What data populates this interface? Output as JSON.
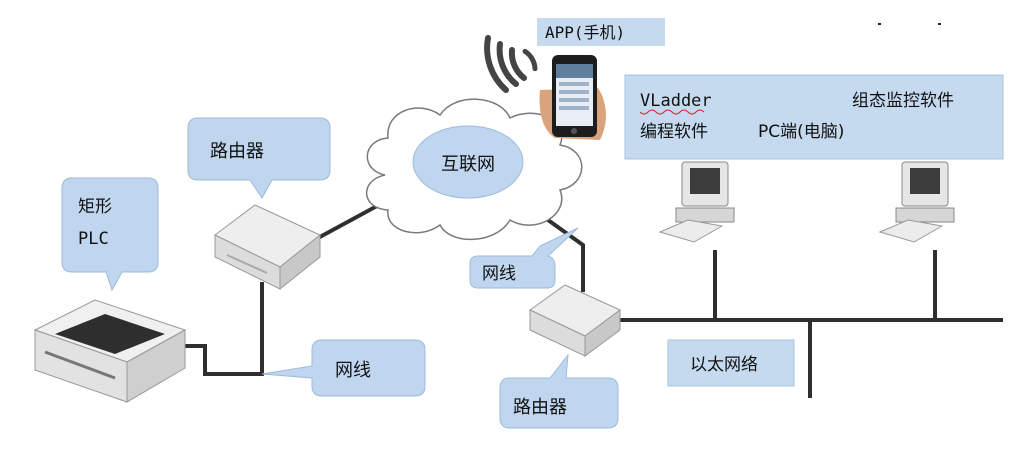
{
  "labels": {
    "app": "APP(手机)",
    "pc_software_line1_a": "VLadder",
    "pc_software_line1_b": "组态监控软件",
    "pc_software_line2_a": "编程软件",
    "pc_software_line2_b": "PC端(电脑)",
    "plc_line1": "矩形",
    "plc_line2": "PLC",
    "router_left": "路由器",
    "router_right": "路由器",
    "internet": "互联网",
    "cable_left": "网线",
    "cable_right": "网线",
    "ethernet": "以太网络"
  },
  "icons": {
    "wifi": "wifi-signal-icon",
    "phone": "smartphone-icon",
    "plc": "plc-device-icon",
    "router": "router-icon",
    "pc": "desktop-computer-icon"
  },
  "colors": {
    "bubble": "#bfd6ee",
    "panel": "#c5daef",
    "wire": "#2f2f2f"
  }
}
